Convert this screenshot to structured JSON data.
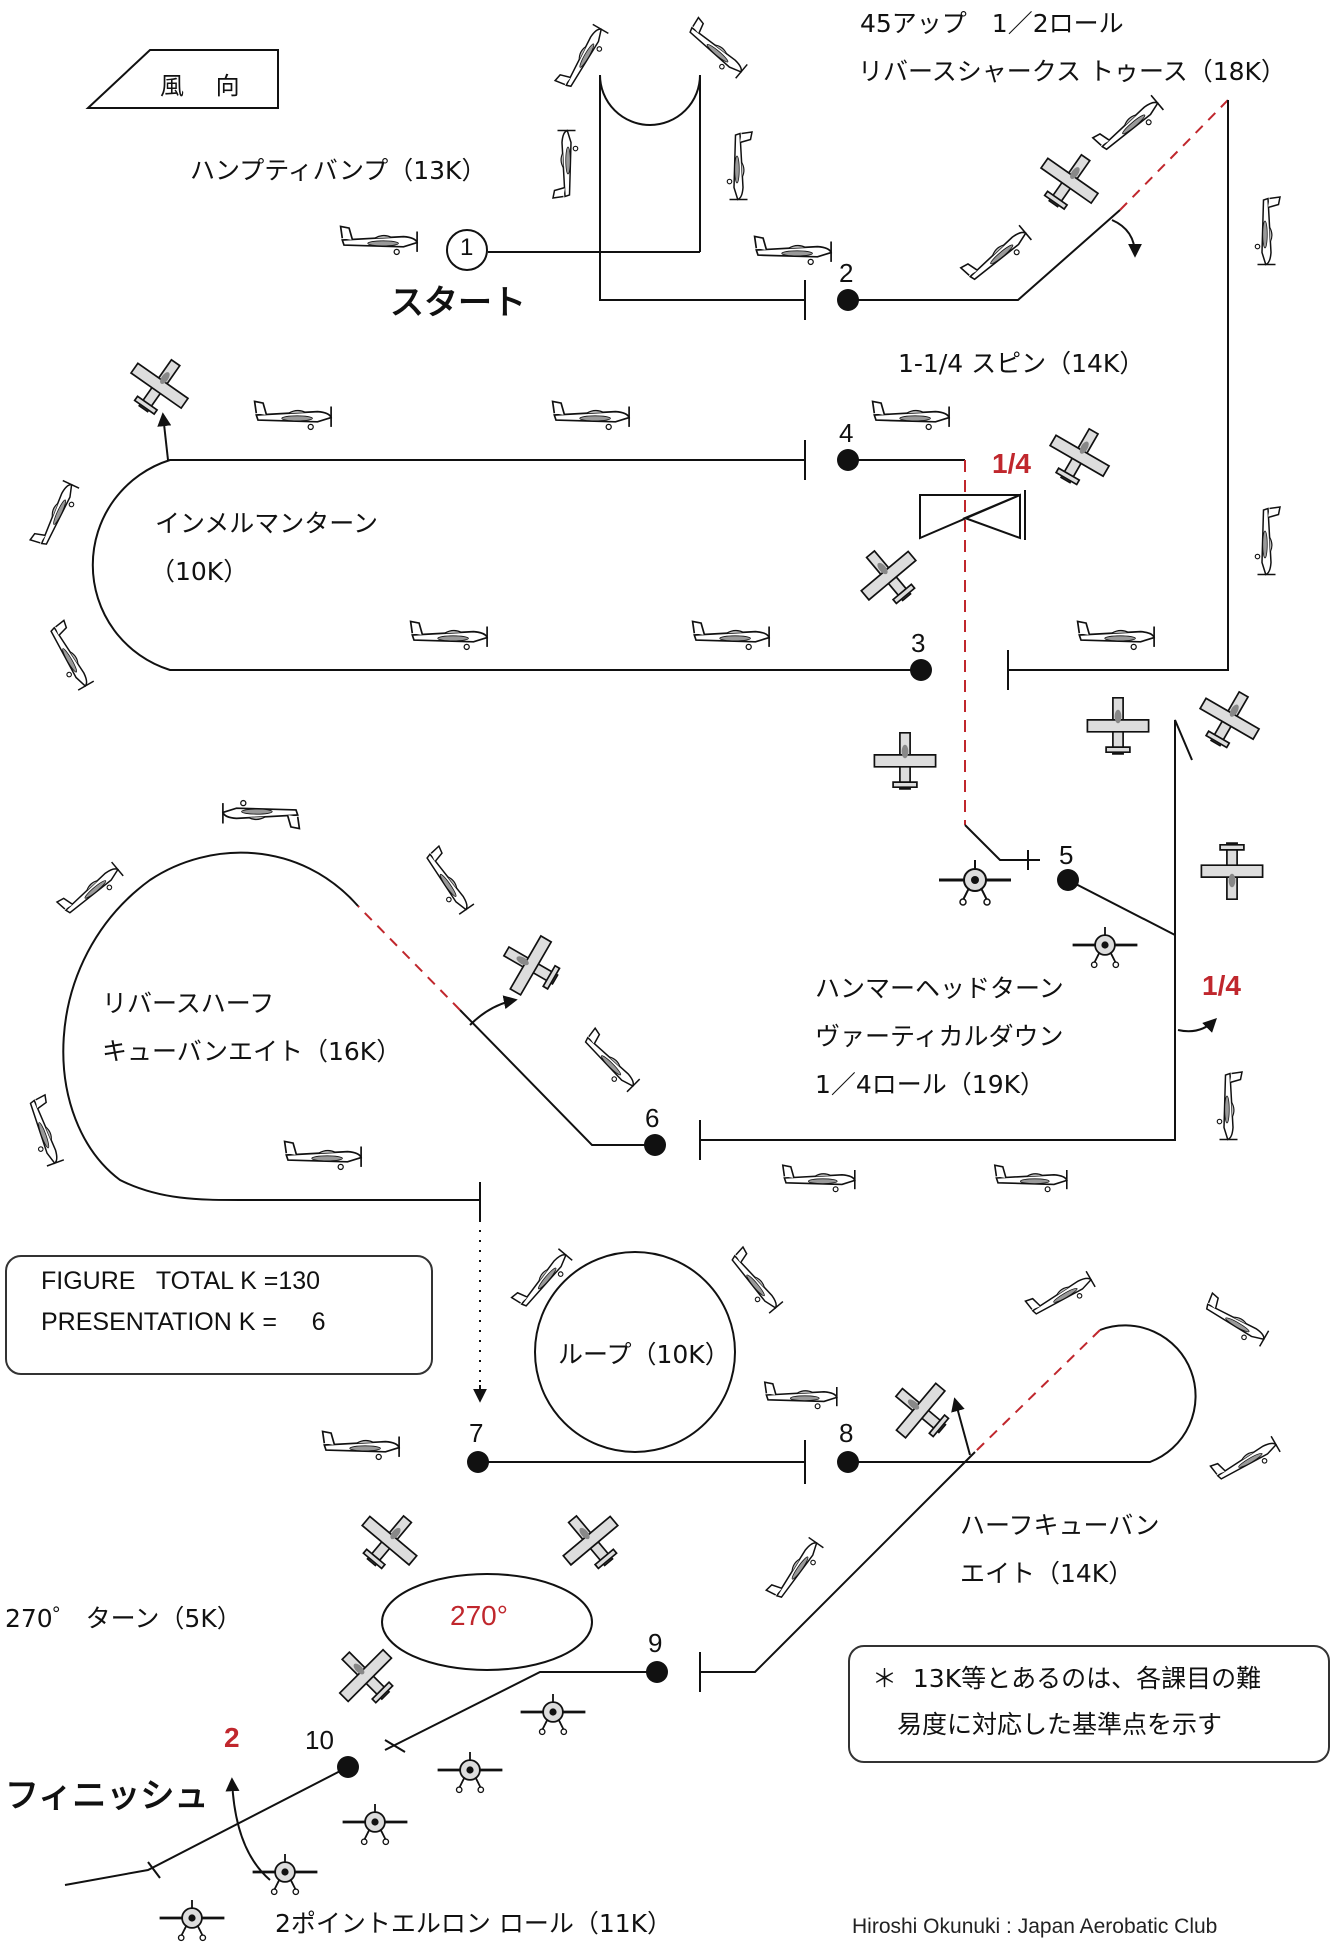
{
  "wind_label": "風 向",
  "start_label": "スタート",
  "finish_label": "フィニッシュ",
  "maneuvers": {
    "m1": "ハンプティバンプ（13K）",
    "m2_line1": "45アップ　1／2ロール",
    "m2_line2": "リバースシャークス トゥース（18K）",
    "m3": "1-1/4 スピン（14K）",
    "m4_line1": "インメルマンターン",
    "m4_line2": "（10K）",
    "m5_line1": "ハンマーヘッドターン",
    "m5_line2": "ヴァーティカルダウン",
    "m5_line3": "1／4ロール（19K）",
    "m6_line1": "リバースハーフ",
    "m6_line2": "キューバンエイト（16K）",
    "m7": "ループ（10K）",
    "m8_line1": "ハーフキューバン",
    "m8_line2": "エイト（14K）",
    "m9": "270゜ ターン（5K）",
    "m10": "2ポイントエルロン ロール（11K）"
  },
  "markers": {
    "n1": "1",
    "n2": "2",
    "n3": "3",
    "n4": "4",
    "n5": "5",
    "n6": "6",
    "n7": "7",
    "n8": "8",
    "n9": "9",
    "n10": "10"
  },
  "red_labels": {
    "spin_quarter": "1/4",
    "hammer_quarter": "1/4",
    "turn_270": "270°",
    "finish_two": "2"
  },
  "totals": {
    "line1": "FIGURE   TOTAL K =130",
    "line2": "PRESENTATION K =     6"
  },
  "note": {
    "line1": "＊  13K等とあるのは、各課目の難",
    "line2": "　易度に対応した基準点を示す"
  },
  "credit": "Hiroshi Okunuki : Japan Aerobatic Club",
  "colors": {
    "line": "#111111",
    "accent": "#c0272d",
    "plane_fill": "#cfcfcf"
  }
}
